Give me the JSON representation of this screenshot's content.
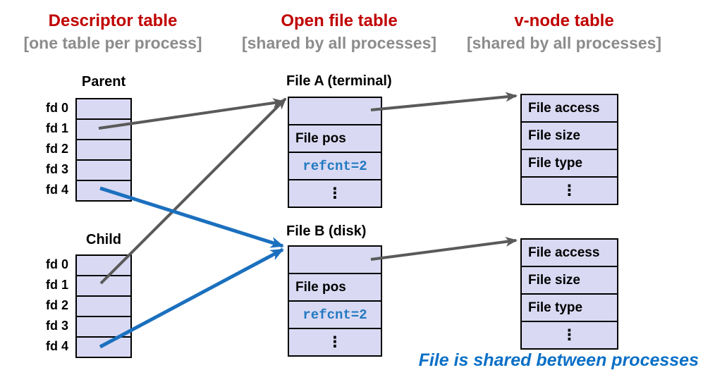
{
  "columns": [
    {
      "title": "Descriptor table",
      "subtitle": "[one table per process]"
    },
    {
      "title": "Open file table",
      "subtitle": "[shared by all processes]"
    },
    {
      "title": "v-node table",
      "subtitle": "[shared by all processes]"
    }
  ],
  "descriptor_tables": [
    {
      "label": "Parent",
      "rows": [
        "fd 0",
        "fd 1",
        "fd 2",
        "fd 3",
        "fd 4"
      ]
    },
    {
      "label": "Child",
      "rows": [
        "fd 0",
        "fd 1",
        "fd 2",
        "fd 3",
        "fd 4"
      ]
    }
  ],
  "open_file_tables": [
    {
      "label": "File A (terminal)",
      "rows": [
        "",
        "File pos",
        "refcnt=2",
        "⋮"
      ]
    },
    {
      "label": "File B (disk)",
      "rows": [
        "",
        "File pos",
        "refcnt=2",
        "⋮"
      ]
    }
  ],
  "vnode_tables": [
    {
      "rows": [
        "File access",
        "File size",
        "File type",
        "⋮"
      ]
    },
    {
      "rows": [
        "File access",
        "File size",
        "File type",
        "⋮"
      ]
    }
  ],
  "caption": "File is shared between processes",
  "colors": {
    "header_red": "#c00000",
    "subtitle_gray": "#8c8c8c",
    "cell_fill": "#d9d9f3",
    "arrow_gray": "#5a5a5a",
    "arrow_blue": "#1b70be",
    "refcnt_blue": "#2279c0",
    "caption_blue": "#0b70c6"
  }
}
